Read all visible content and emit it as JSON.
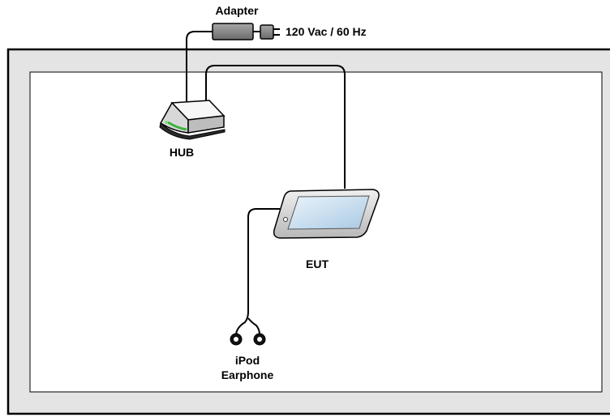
{
  "labels": {
    "adapter": "Adapter",
    "power": "120 Vac / 60 Hz",
    "hub": "HUB",
    "eut": "EUT",
    "earphone_line1": "iPod",
    "earphone_line2": "Earphone"
  },
  "colors": {
    "frame_fill": "#e4e4e4",
    "frame_stroke": "#000000",
    "inner_area": "#ffffff",
    "cable": "#000000",
    "adapter_body": "#8a8a8a",
    "hub_body": "#f2f2f2",
    "hub_led": "#3cb43c",
    "tablet_body": "#d8d8d8",
    "tablet_screen": "#cfe3f3"
  },
  "icons": {
    "adapter": "power-adapter-icon",
    "hub": "usb-hub-icon",
    "eut": "tablet-device-icon",
    "earphone": "earphone-icon"
  }
}
